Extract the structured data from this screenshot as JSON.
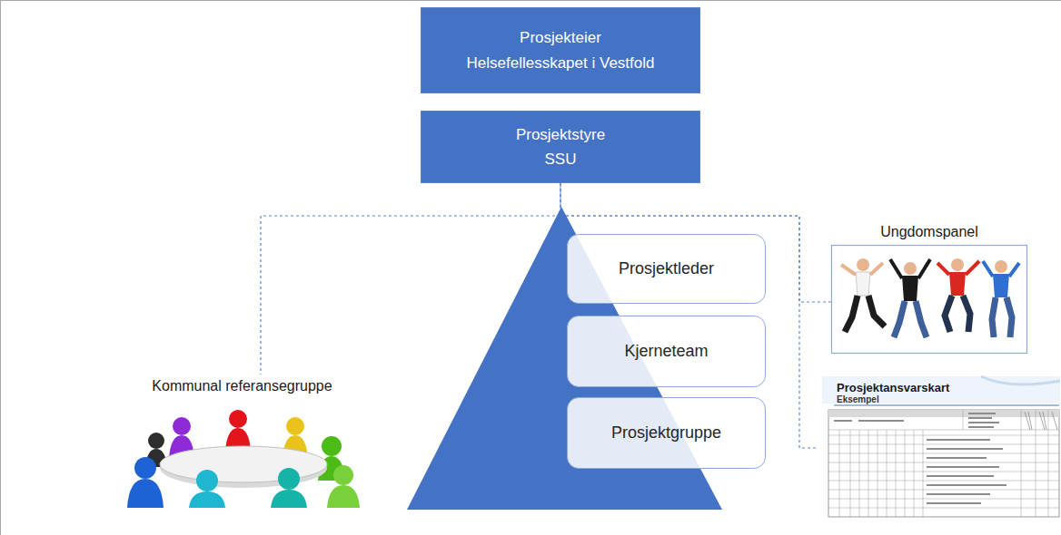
{
  "diagram": {
    "nodes": [
      {
        "text": [
          "Prosjekteier",
          "Helsefellesskapet i Vestfold"
        ]
      },
      {
        "text": [
          "Prosjektstyre",
          "SSU"
        ]
      },
      {
        "text": [
          "Prosjektleder"
        ]
      },
      {
        "text": [
          "Kjerneteam"
        ]
      },
      {
        "text": [
          "Prosjektgruppe"
        ]
      },
      {
        "text": [
          "Kommunal referansegruppe"
        ]
      },
      {
        "text": [
          "Ungdomspanel"
        ]
      },
      {
        "text": [
          "Prosjektansvarskart",
          "Eksempel"
        ]
      }
    ],
    "edges": [
      {
        "from": 1,
        "to": 5,
        "arrow": "none"
      },
      {
        "from": 1,
        "to": 6,
        "arrow": "none"
      },
      {
        "from": 1,
        "to": 7,
        "arrow": "none"
      }
    ]
  }
}
